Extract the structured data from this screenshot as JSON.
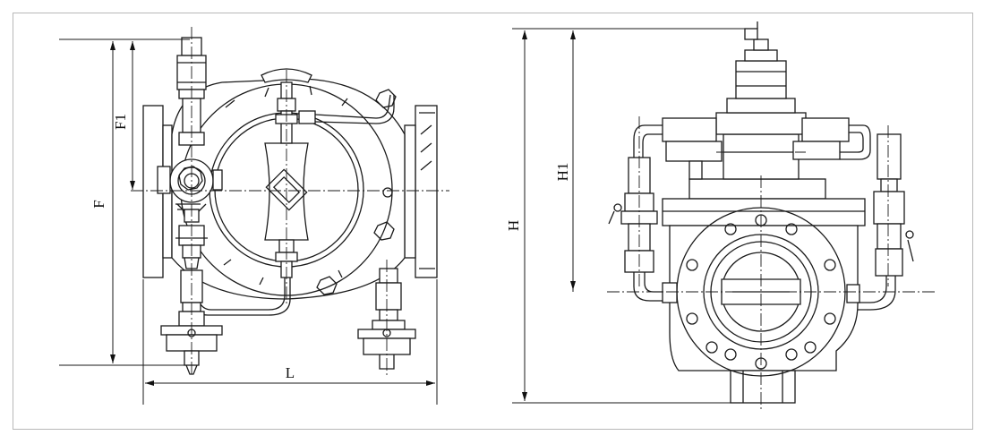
{
  "labels": {
    "left_L": "L",
    "left_F": "F",
    "left_F1": "F1",
    "right_H": "H",
    "right_H1": "H1"
  }
}
